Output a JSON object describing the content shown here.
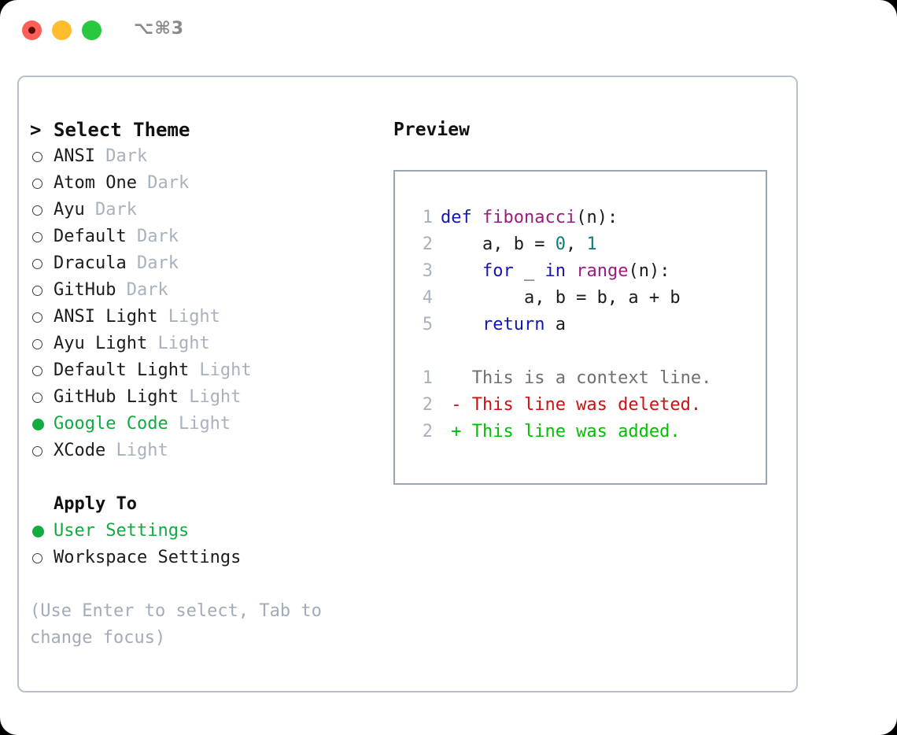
{
  "window": {
    "title": "⌥⌘3",
    "controls": [
      {
        "name": "close",
        "color": "#ff5f57"
      },
      {
        "name": "minimize",
        "color": "#febc2e"
      },
      {
        "name": "zoom",
        "color": "#28c840"
      }
    ]
  },
  "theme_picker": {
    "caret": ">",
    "heading": "Select Theme",
    "marker_selected": "●",
    "marker_unselected": "○",
    "accent_color": "#11ab3f",
    "tag_color": "#a8b2bd",
    "items": [
      {
        "label": "ANSI",
        "tag": "Dark",
        "selected": false
      },
      {
        "label": "Atom One",
        "tag": "Dark",
        "selected": false
      },
      {
        "label": "Ayu",
        "tag": "Dark",
        "selected": false
      },
      {
        "label": "Default",
        "tag": "Dark",
        "selected": false
      },
      {
        "label": "Dracula",
        "tag": "Dark",
        "selected": false
      },
      {
        "label": "GitHub",
        "tag": "Dark",
        "selected": false
      },
      {
        "label": "ANSI Light",
        "tag": "Light",
        "selected": false
      },
      {
        "label": "Ayu Light",
        "tag": "Light",
        "selected": false
      },
      {
        "label": "Default Light",
        "tag": "Light",
        "selected": false
      },
      {
        "label": "GitHub Light",
        "tag": "Light",
        "selected": false
      },
      {
        "label": "Google Code",
        "tag": "Light",
        "selected": true
      },
      {
        "label": "XCode",
        "tag": "Light",
        "selected": false
      }
    ]
  },
  "apply_to": {
    "heading": "Apply To",
    "items": [
      {
        "label": "User Settings",
        "selected": true
      },
      {
        "label": "Workspace Settings",
        "selected": false
      }
    ]
  },
  "hint": "(Use Enter to select, Tab to change focus)",
  "preview": {
    "title": "Preview",
    "code_lines": [
      {
        "no": "1",
        "segments": [
          {
            "t": "def ",
            "c": "tok-kw"
          },
          {
            "t": "fibonacci",
            "c": "tok-fn"
          },
          {
            "t": "(n):",
            "c": "tok-pl"
          }
        ]
      },
      {
        "no": "2",
        "segments": [
          {
            "t": "    a, b = ",
            "c": "tok-pl"
          },
          {
            "t": "0",
            "c": "tok-num"
          },
          {
            "t": ", ",
            "c": "tok-pl"
          },
          {
            "t": "1",
            "c": "tok-num"
          }
        ]
      },
      {
        "no": "3",
        "segments": [
          {
            "t": "    for",
            "c": "tok-kw"
          },
          {
            "t": " _ ",
            "c": "tok-pl"
          },
          {
            "t": "in ",
            "c": "tok-kw"
          },
          {
            "t": "range",
            "c": "tok-fn"
          },
          {
            "t": "(n):",
            "c": "tok-pl"
          }
        ]
      },
      {
        "no": "4",
        "segments": [
          {
            "t": "        a, b = b, a + b",
            "c": "tok-pl"
          }
        ]
      },
      {
        "no": "5",
        "segments": [
          {
            "t": "    return",
            "c": "tok-kw"
          },
          {
            "t": " a",
            "c": "tok-pl"
          }
        ]
      }
    ],
    "diff_lines": [
      {
        "no": "1",
        "sign": " ",
        "text": "This is a context line.",
        "c": "diff-ctx"
      },
      {
        "no": "2",
        "sign": "-",
        "text": "This line was deleted.",
        "c": "diff-del"
      },
      {
        "no": "2",
        "sign": "+",
        "text": "This line was added.",
        "c": "diff-add"
      }
    ]
  }
}
